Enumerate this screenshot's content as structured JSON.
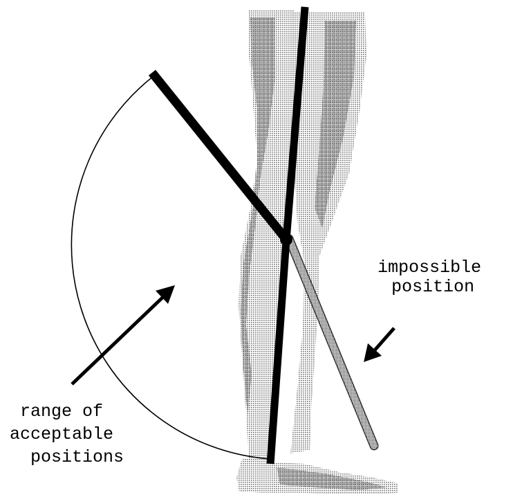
{
  "labels": {
    "impossible_line1": "impossible",
    "impossible_line2": "position",
    "range_line1": "range of",
    "range_line2": "acceptable",
    "range_line3": "positions"
  },
  "colors": {
    "background": "#ffffff",
    "ink": "#000000",
    "leg_tone": "#8a8a8a",
    "leg_shade": "#5a5a5a",
    "impossible_bar": "#6f6f6f"
  }
}
